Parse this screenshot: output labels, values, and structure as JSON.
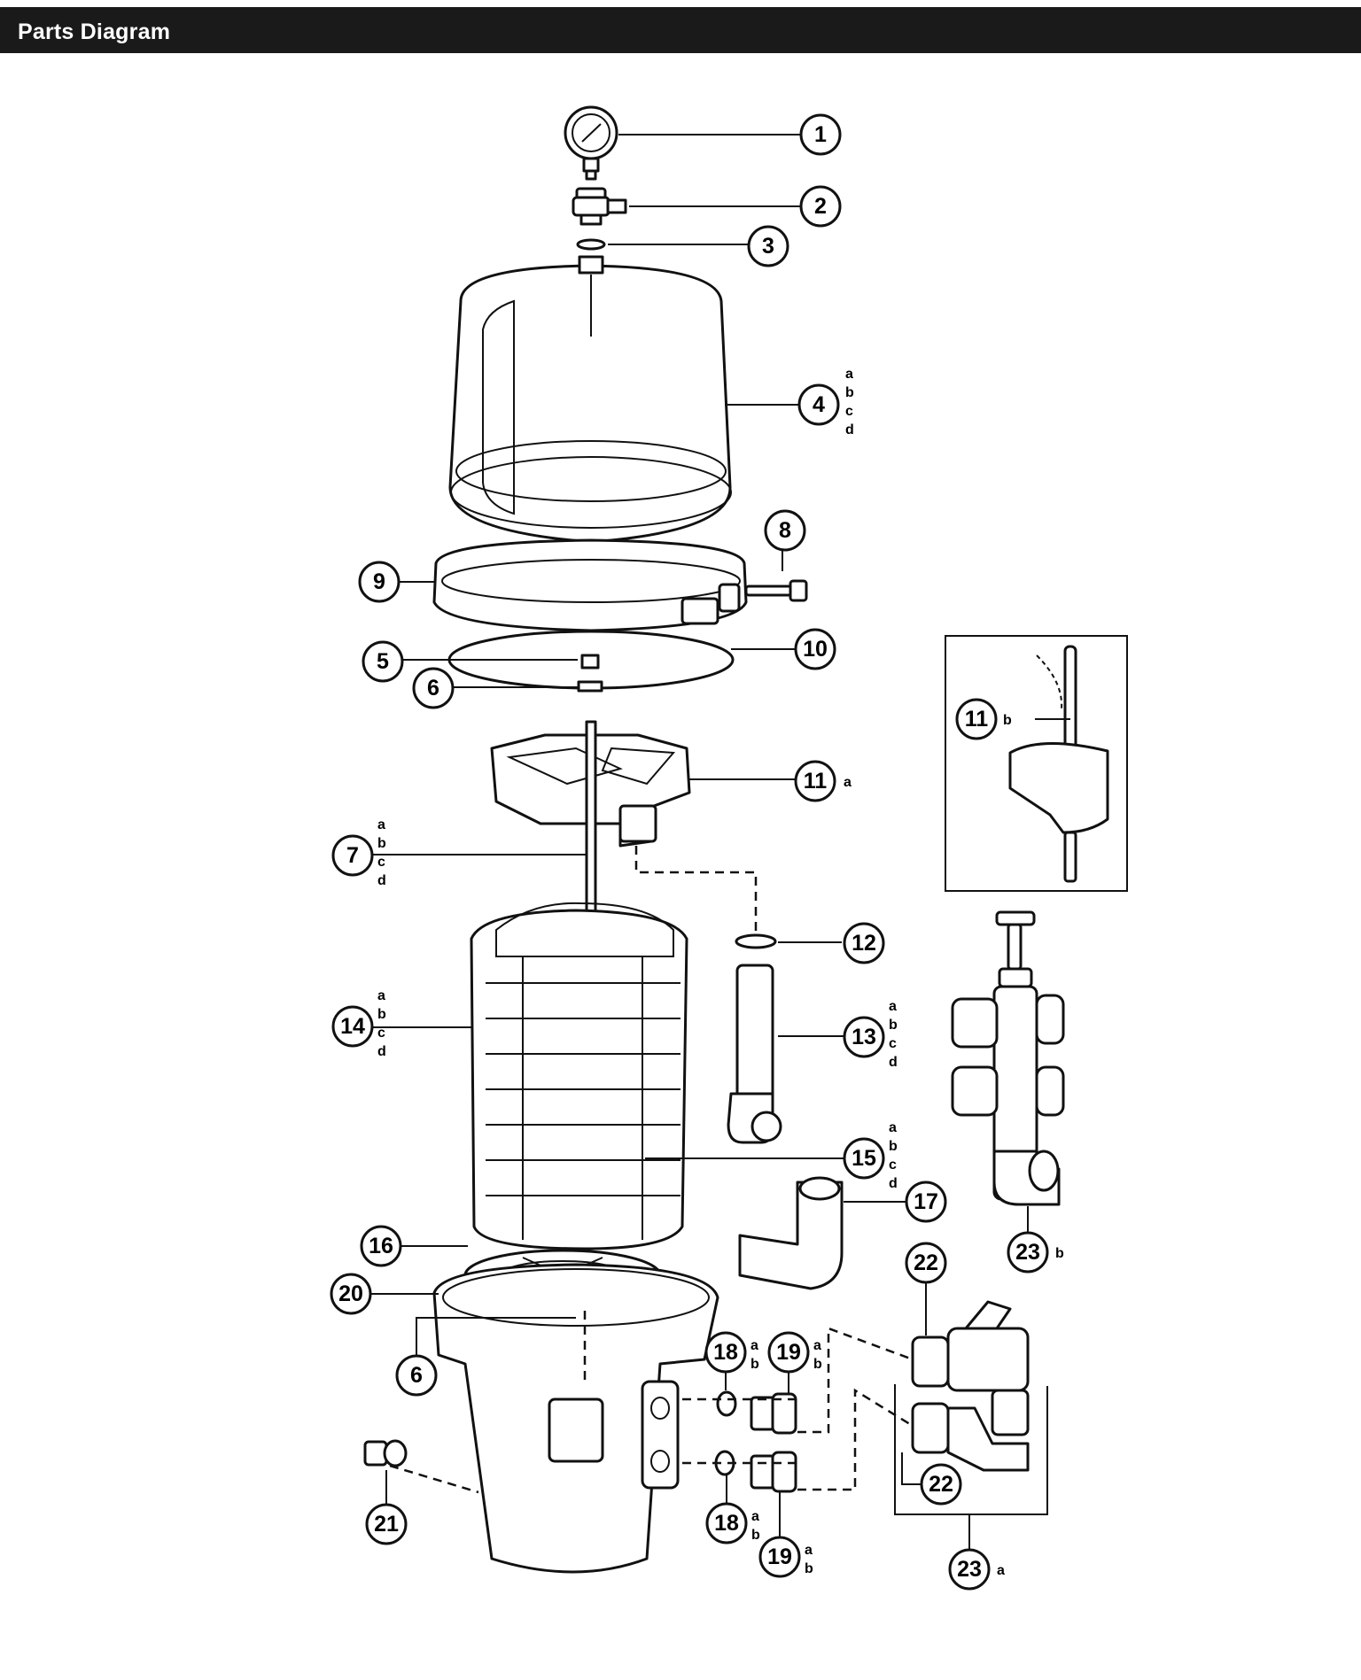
{
  "header": {
    "title": "Parts Diagram"
  },
  "callouts": [
    {
      "id": "1",
      "num": "1",
      "letters": []
    },
    {
      "id": "2",
      "num": "2",
      "letters": []
    },
    {
      "id": "3",
      "num": "3",
      "letters": []
    },
    {
      "id": "4",
      "num": "4",
      "letters": [
        "a",
        "b",
        "c",
        "d"
      ]
    },
    {
      "id": "8",
      "num": "8",
      "letters": []
    },
    {
      "id": "9",
      "num": "9",
      "letters": []
    },
    {
      "id": "10",
      "num": "10",
      "letters": []
    },
    {
      "id": "5",
      "num": "5",
      "letters": []
    },
    {
      "id": "6a",
      "num": "6",
      "letters": []
    },
    {
      "id": "11a",
      "num": "11",
      "letters": [
        "a"
      ]
    },
    {
      "id": "7",
      "num": "7",
      "letters": [
        "a",
        "b",
        "c",
        "d"
      ]
    },
    {
      "id": "12",
      "num": "12",
      "letters": []
    },
    {
      "id": "13",
      "num": "13",
      "letters": [
        "a",
        "b",
        "c",
        "d"
      ]
    },
    {
      "id": "14",
      "num": "14",
      "letters": [
        "a",
        "b",
        "c",
        "d"
      ]
    },
    {
      "id": "15",
      "num": "15",
      "letters": [
        "a",
        "b",
        "c",
        "d"
      ]
    },
    {
      "id": "17",
      "num": "17",
      "letters": []
    },
    {
      "id": "16",
      "num": "16",
      "letters": []
    },
    {
      "id": "20",
      "num": "20",
      "letters": []
    },
    {
      "id": "6b",
      "num": "6",
      "letters": []
    },
    {
      "id": "18a",
      "num": "18",
      "letters": [
        "a",
        "b"
      ]
    },
    {
      "id": "19a",
      "num": "19",
      "letters": [
        "a",
        "b"
      ]
    },
    {
      "id": "21",
      "num": "21",
      "letters": []
    },
    {
      "id": "18b",
      "num": "18",
      "letters": [
        "a",
        "b"
      ]
    },
    {
      "id": "19b",
      "num": "19",
      "letters": [
        "a",
        "b"
      ]
    },
    {
      "id": "22a",
      "num": "22",
      "letters": []
    },
    {
      "id": "22b",
      "num": "22",
      "letters": []
    },
    {
      "id": "23a",
      "num": "23",
      "letters": [
        "a"
      ]
    },
    {
      "id": "23b",
      "num": "23",
      "letters": [
        "b"
      ]
    },
    {
      "id": "11b",
      "num": "11",
      "letters": [
        "b"
      ]
    }
  ]
}
